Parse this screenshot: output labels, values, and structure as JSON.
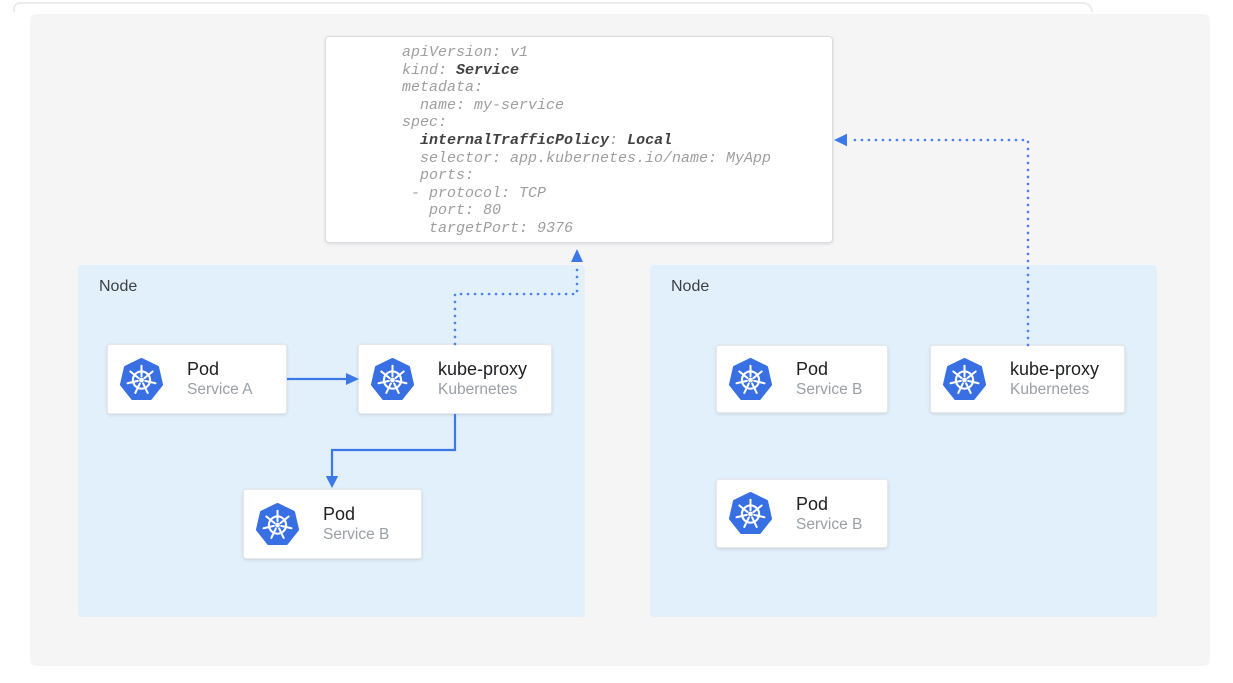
{
  "diagram": {
    "title_hint": "Kubernetes Service internalTrafficPolicy diagram",
    "config_box": {
      "lines": [
        {
          "parts": [
            {
              "text": "apiVersion: v1",
              "bold": false
            }
          ]
        },
        {
          "parts": [
            {
              "text": "kind: ",
              "bold": false
            },
            {
              "text": "Service",
              "bold": true
            }
          ]
        },
        {
          "parts": [
            {
              "text": "metadata:",
              "bold": false
            }
          ]
        },
        {
          "parts": [
            {
              "text": "  name: my-service",
              "bold": false
            }
          ]
        },
        {
          "parts": [
            {
              "text": "spec:",
              "bold": false
            }
          ]
        },
        {
          "parts": [
            {
              "text": "  ",
              "bold": false
            },
            {
              "text": "internalTrafficPolicy",
              "bold": true
            },
            {
              "text": ": ",
              "bold": false
            },
            {
              "text": "Local",
              "bold": true
            }
          ]
        },
        {
          "parts": [
            {
              "text": "  selector: app.kubernetes.io/name: MyApp",
              "bold": false
            }
          ]
        },
        {
          "parts": [
            {
              "text": "  ports:",
              "bold": false
            }
          ]
        },
        {
          "parts": [
            {
              "text": " - protocol: TCP",
              "bold": false
            }
          ]
        },
        {
          "parts": [
            {
              "text": "   port: 80",
              "bold": false
            }
          ]
        },
        {
          "parts": [
            {
              "text": "   targetPort: 9376",
              "bold": false
            }
          ]
        }
      ]
    },
    "nodes": [
      {
        "label": "Node",
        "cards": [
          {
            "icon": "kubernetes-icon",
            "title": "Pod",
            "subtitle": "Service A"
          },
          {
            "icon": "kubernetes-icon",
            "title": "kube-proxy",
            "subtitle": "Kubernetes"
          },
          {
            "icon": "kubernetes-icon",
            "title": "Pod",
            "subtitle": "Service B"
          }
        ]
      },
      {
        "label": "Node",
        "cards": [
          {
            "icon": "kubernetes-icon",
            "title": "Pod",
            "subtitle": "Service B"
          },
          {
            "icon": "kubernetes-icon",
            "title": "kube-proxy",
            "subtitle": "Kubernetes"
          },
          {
            "icon": "kubernetes-icon",
            "title": "Pod",
            "subtitle": "Service B"
          }
        ]
      }
    ],
    "colors": {
      "panel_bg": "#f5f5f6",
      "node_bg": "#e2f0fc",
      "card_bg": "#ffffff",
      "kubernetes_blue": "#3870e4",
      "arrow_solid": "#3c78e8",
      "arrow_dotted": "#4d82ec",
      "code_text": "#9e9e9e",
      "code_bold": "#424242",
      "label_text": "#3c4043",
      "subtitle_text": "#9aa0a6"
    }
  }
}
